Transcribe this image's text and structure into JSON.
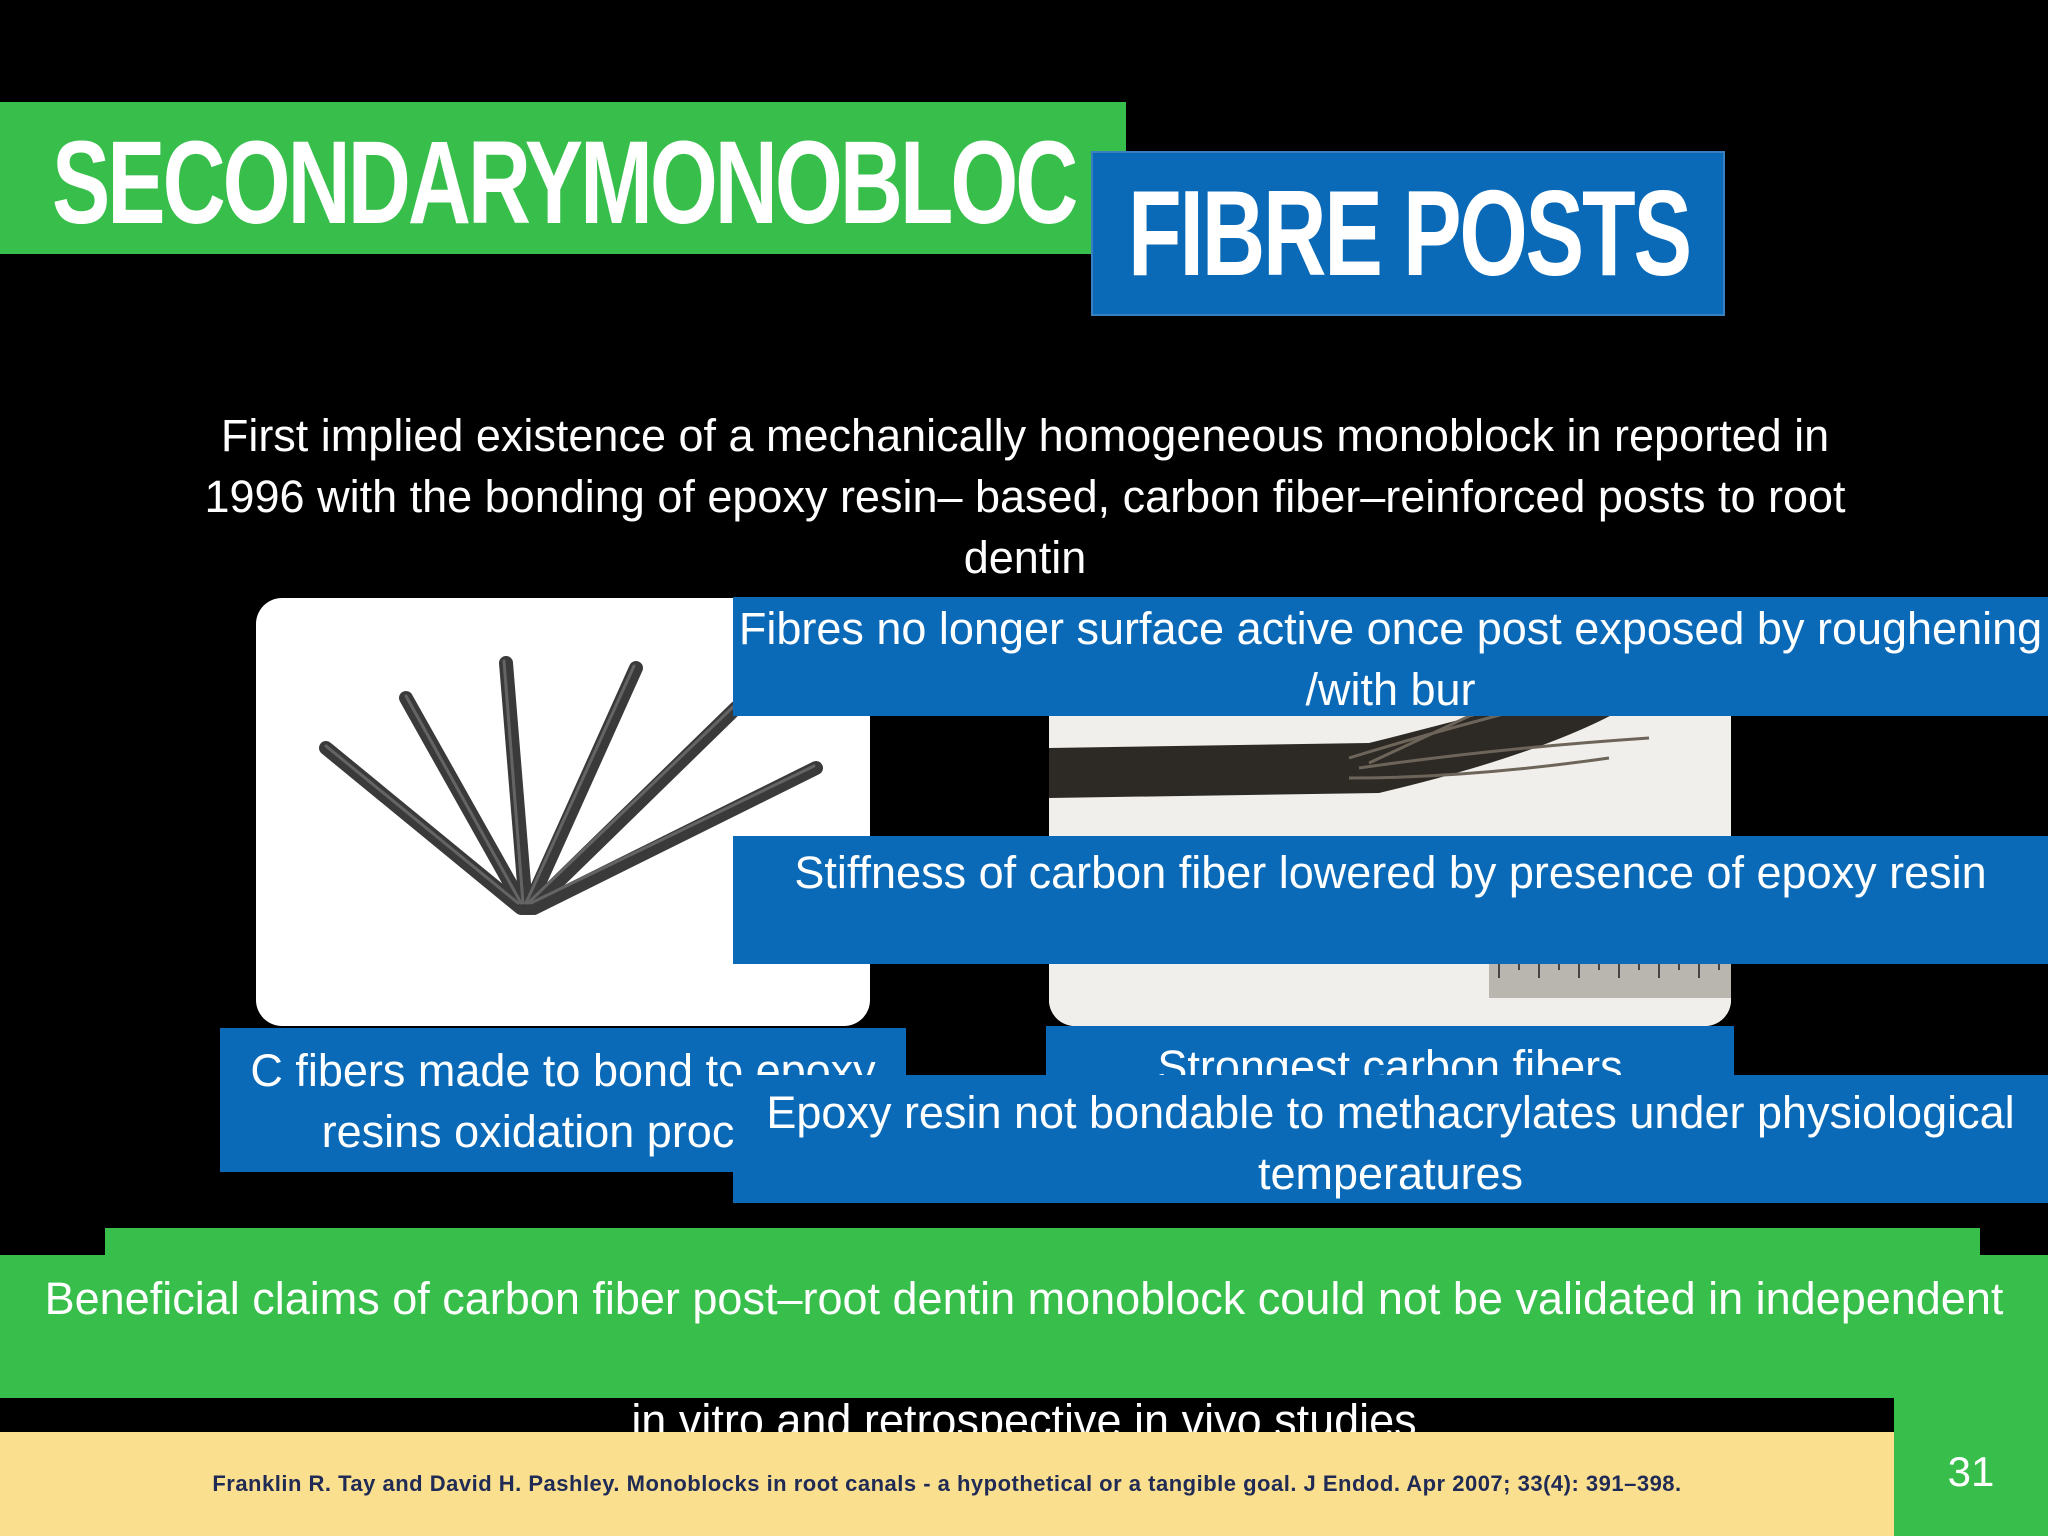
{
  "title": "SECONDARYMONOBLOC",
  "subtitle": "FIBRE POSTS",
  "intro": "First implied existence of a mechanically homogeneous monoblock in reported in 1996 with the bonding of epoxy resin– based, carbon fiber–reinforced posts  to root dentin",
  "captions": {
    "left": "C fibers made to bond to epoxy resins oxidation process",
    "right": "Strongest carbon fibers"
  },
  "overlays": [
    "Fibres no longer surface active once post exposed by roughening /with  bur",
    "Stiffness of carbon fiber  lowered by  presence of epoxy resin",
    "Epoxy resin not bondable to methacrylates under physiological temperatures"
  ],
  "conclusion": "Beneficial claims of  carbon fiber post–root dentin monoblock could not be validated in independent",
  "conclusion_tail": "in vitro and retrospective in vivo studies",
  "citation": "Franklin R. Tay and David H. Pashley. Monoblocks in root canals - a hypothetical or a tangible goal. J Endod. Apr 2007; 33(4): 391–398.",
  "slide_number": "31",
  "colors": {
    "green": "#38bf4b",
    "blue": "#0a6ab8",
    "footer": "#fadf8e"
  }
}
